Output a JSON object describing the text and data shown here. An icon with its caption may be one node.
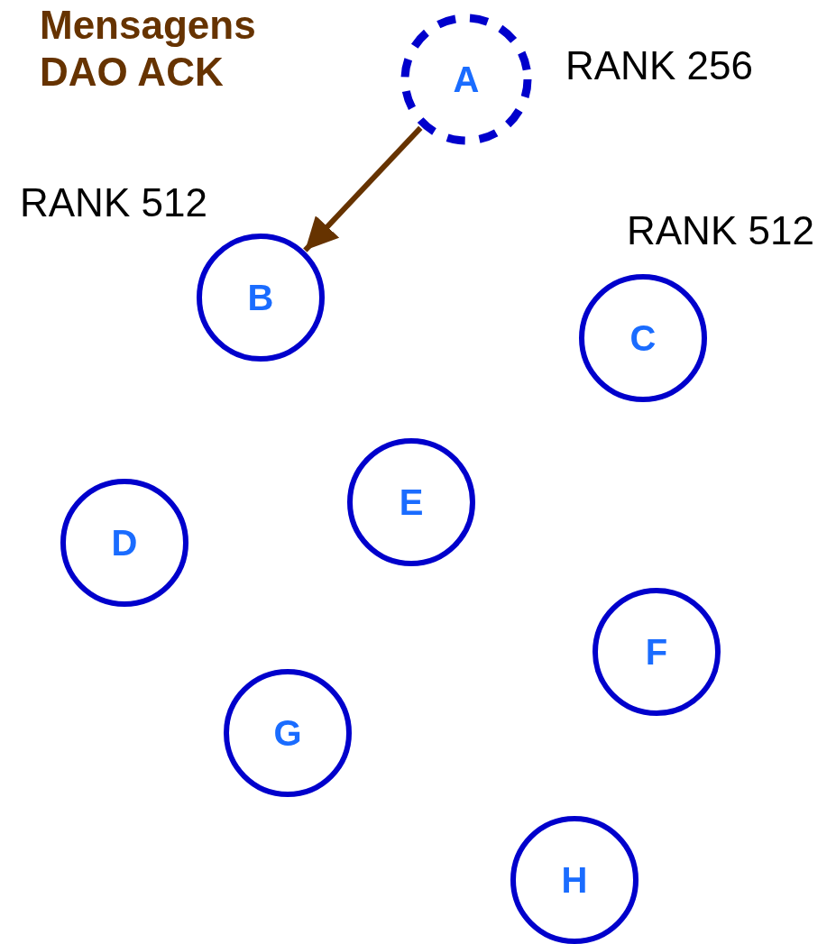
{
  "diagram": {
    "title": "Mensagens DAO ACK",
    "nodes": [
      {
        "text": [
          "A"
        ],
        "beside": [
          "RANK 256"
        ]
      },
      {
        "text": [
          "B"
        ],
        "beside": [
          "RANK 512"
        ]
      },
      {
        "text": [
          "C"
        ],
        "beside": [
          "RANK 512"
        ]
      },
      {
        "text": [
          "D"
        ]
      },
      {
        "text": [
          "E"
        ]
      },
      {
        "text": [
          "F"
        ]
      },
      {
        "text": [
          "G"
        ]
      },
      {
        "text": [
          "H"
        ]
      }
    ],
    "edges": [
      {
        "from": 0,
        "to": 1,
        "arrow": "to",
        "color": "#663300"
      }
    ]
  }
}
